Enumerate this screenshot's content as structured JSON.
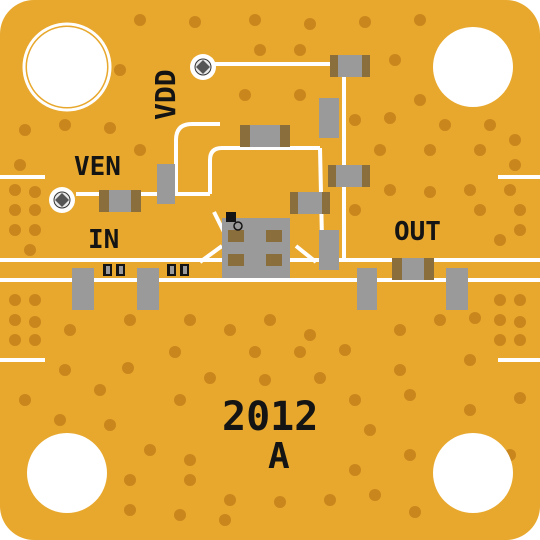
{
  "board": {
    "labels": {
      "vdd": "VDD",
      "ven": "VEN",
      "in": "IN",
      "out": "OUT",
      "part_number": "2012",
      "revision": "A"
    },
    "colors": {
      "copper": "#e8a82d",
      "laminate": "#ffffff",
      "via": "#c8861d",
      "component_body": "#9a9a9a",
      "component_pad": "#8a6e3c",
      "pad_plating": "#e8e8e8",
      "silkscreen": "#141414"
    }
  }
}
